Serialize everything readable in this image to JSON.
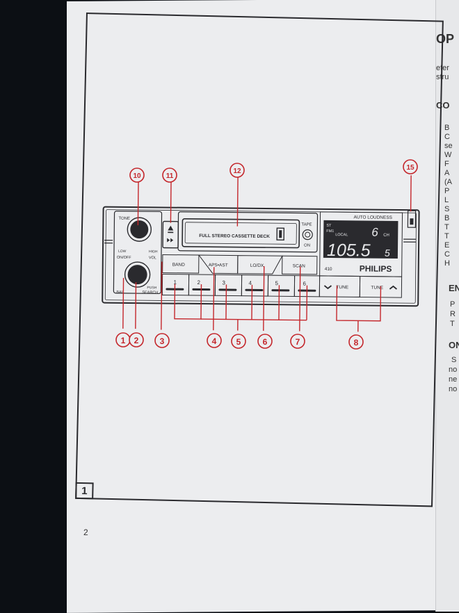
{
  "figure_number": "1",
  "page_number": "2",
  "radio": {
    "tone_label": "TONE",
    "low_label": "LOW",
    "high_label": "HIGH",
    "onoff_label": "ON/OFF",
    "vol_label": "VOL",
    "bal_label": "BAL",
    "push_label": "PUSH",
    "search_label": "SEARCH",
    "cassette_label": "FULL STEREO CASSETTE DECK",
    "tape_label": "TAPE",
    "on_label": "ON",
    "auto_loudness_label": "AUTO LOUDNESS",
    "band_label": "BAND",
    "aps_ast_label": "APS•AST",
    "lodx_label": "LO/DX",
    "scan_label": "SCAN",
    "tune_down_label": "TUNE",
    "tune_up_label": "TUNE",
    "model_label": "410",
    "brand": "PHILIPS",
    "presets": [
      "1",
      "2",
      "3",
      "4",
      "5",
      "6"
    ],
    "display": {
      "st": "ST",
      "fm1": "FM1",
      "local": "LOCAL",
      "channel": "6",
      "ch_unit": "CH",
      "frequency": "105.5",
      "suffix": "5"
    }
  },
  "callouts": [
    "1",
    "2",
    "3",
    "4",
    "5",
    "6",
    "7",
    "8",
    "10",
    "11",
    "12",
    "15"
  ],
  "right_page_fragments": {
    "top": [
      "OP"
    ],
    "intro": [
      "efer",
      "stru"
    ],
    "heading1": "CO",
    "list": [
      "B",
      "C",
      "se",
      "W",
      "F",
      "A",
      "(A",
      "P",
      "L",
      "S",
      "B",
      "T",
      "T",
      "E",
      "C",
      "H"
    ],
    "heading2": "EN",
    "para2": [
      "P",
      "R",
      "T"
    ],
    "heading3": "ON",
    "para3": [
      "S",
      "no",
      "ne",
      "no"
    ]
  }
}
